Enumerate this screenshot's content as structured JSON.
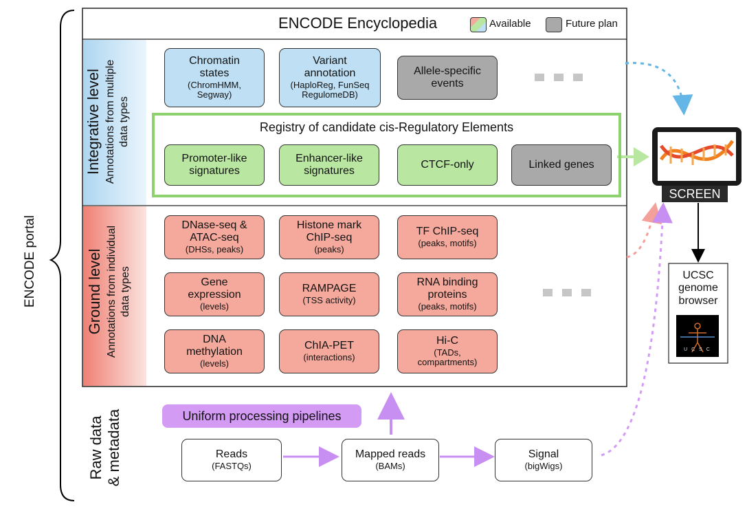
{
  "portal_label": "ENCODE portal",
  "header": {
    "title": "ENCODE Encyclopedia",
    "legend": {
      "available": "Available",
      "future": "Future plan"
    }
  },
  "integrative": {
    "title": "Integrative level",
    "subtitle_line1": "Annotations from multiple",
    "subtitle_line2": "data types",
    "boxes": [
      {
        "title": "Chromatin states",
        "sub": "(ChromHMM, Segway)"
      },
      {
        "title": "Variant annotation",
        "sub": "(HaploReg, FunSeq RegulomeDB)"
      },
      {
        "title": "Allele-specific events",
        "sub": ""
      }
    ],
    "registry": {
      "title": "Registry of candidate cis-Regulatory Elements",
      "items": [
        "Promoter-like signatures",
        "Enhancer-like signatures",
        "CTCF-only",
        "Linked genes"
      ]
    }
  },
  "ground": {
    "title": "Ground level",
    "subtitle_line1": "Annotations from individual",
    "subtitle_line2": "data types",
    "boxes": [
      {
        "title": "DNase-seq & ATAC-seq",
        "sub": "(DHSs, peaks)"
      },
      {
        "title": "Histone mark ChIP-seq",
        "sub": "(peaks)"
      },
      {
        "title": "TF ChIP-seq",
        "sub": "(peaks, motifs)"
      },
      {
        "title": "Gene expression",
        "sub": "(levels)"
      },
      {
        "title": "RAMPAGE",
        "sub": "(TSS activity)"
      },
      {
        "title": "RNA binding proteins",
        "sub": "(peaks, motifs)"
      },
      {
        "title": "DNA methylation",
        "sub": "(levels)"
      },
      {
        "title": "ChIA-PET",
        "sub": "(interactions)"
      },
      {
        "title": "Hi-C",
        "sub": "(TADs, compartments)"
      }
    ]
  },
  "raw": {
    "title_line1": "Raw data",
    "title_line2": "& metadata",
    "pipeline_label": "Uniform processing pipelines",
    "steps": [
      {
        "title": "Reads",
        "sub": "(FASTQs)"
      },
      {
        "title": "Mapped reads",
        "sub": "(BAMs)"
      },
      {
        "title": "Signal",
        "sub": "(bigWigs)"
      }
    ]
  },
  "screen_label": "SCREEN",
  "ucsc": {
    "label": "UCSC genome browser",
    "logo_text": "U C S C"
  },
  "colors": {
    "available_blue": "#bfe0f4",
    "available_green": "#b9e6a0",
    "available_red": "#f5a99c",
    "future_gray": "#a9a9a9",
    "integrative_band": "#bfe0f4",
    "ground_band": "#f08c80",
    "pipeline_purple": "#d49bf5",
    "registry_border": "#8ed16f"
  }
}
